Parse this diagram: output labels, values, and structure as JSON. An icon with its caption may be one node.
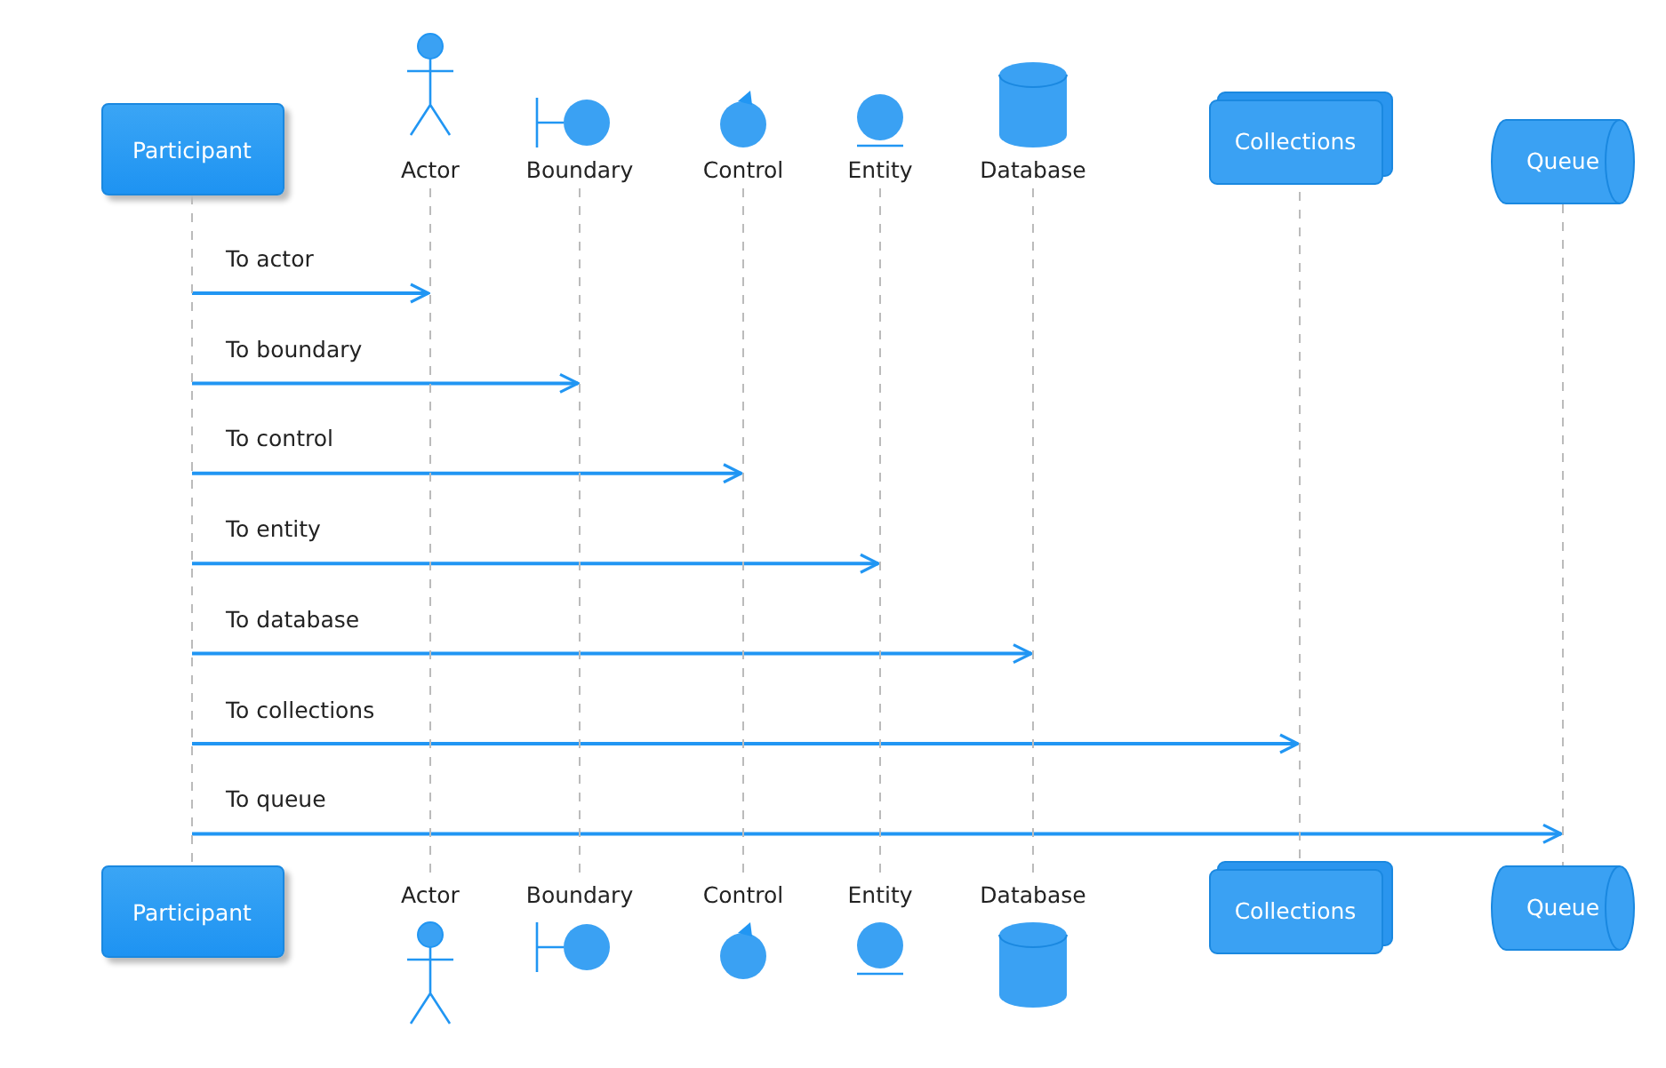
{
  "diagram": {
    "nodes": [
      {
        "text": [
          "Participant"
        ]
      },
      {
        "text": [
          "Actor"
        ]
      },
      {
        "text": [
          "Boundary"
        ]
      },
      {
        "text": [
          "Control"
        ]
      },
      {
        "text": [
          "Entity"
        ]
      },
      {
        "text": [
          "Database"
        ]
      },
      {
        "text": [
          "Collections"
        ]
      },
      {
        "text": [
          "Queue"
        ]
      },
      {
        "text": [
          "Participant"
        ]
      },
      {
        "text": [
          "Actor"
        ]
      },
      {
        "text": [
          "Boundary"
        ]
      },
      {
        "text": [
          "Control"
        ]
      },
      {
        "text": [
          "Entity"
        ]
      },
      {
        "text": [
          "Database"
        ]
      },
      {
        "text": [
          "Collections"
        ]
      },
      {
        "text": [
          "Queue"
        ]
      },
      {
        "text": [],
        "shape": "line"
      },
      {
        "text": [],
        "shape": "line"
      },
      {
        "text": [],
        "shape": "line"
      },
      {
        "text": [],
        "shape": "line"
      },
      {
        "text": [],
        "shape": "line"
      },
      {
        "text": [],
        "shape": "line"
      },
      {
        "text": [],
        "shape": "line"
      },
      {
        "text": [],
        "shape": "line"
      }
    ],
    "edges": [
      {
        "from": 16,
        "to": 17,
        "arrow": "to",
        "label": "To actor"
      },
      {
        "from": 16,
        "to": 18,
        "arrow": "to",
        "label": "To boundary"
      },
      {
        "from": 16,
        "to": 19,
        "arrow": "to",
        "label": "To control"
      },
      {
        "from": 16,
        "to": 20,
        "arrow": "to",
        "label": "To entity"
      },
      {
        "from": 16,
        "to": 21,
        "arrow": "to",
        "label": "To database"
      },
      {
        "from": 16,
        "to": 22,
        "arrow": "to",
        "label": "To collections"
      },
      {
        "from": 16,
        "to": 23,
        "arrow": "to",
        "label": "To queue"
      }
    ]
  }
}
